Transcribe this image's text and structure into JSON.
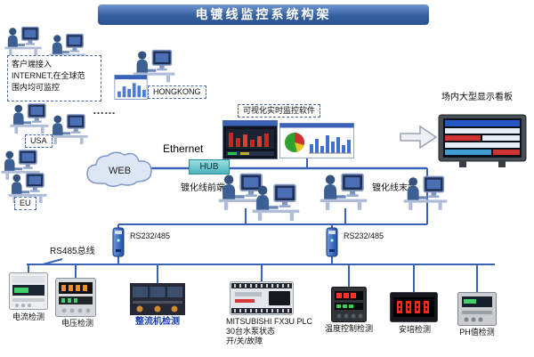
{
  "title": "电镀线监控系统构架",
  "internet_note": {
    "line1": "客户端接入",
    "line2": "INTERNET,在全球范",
    "line3": "围内均可监控"
  },
  "regions": {
    "hongkong": "HONGKONG",
    "usa": "USA",
    "eu": "EU",
    "dots": "……"
  },
  "network": {
    "web": "WEB",
    "ethernet": "Ethernet",
    "hub": "HUB",
    "rs232_left": "RS232/485",
    "rs232_right": "RS232/485",
    "rs485_bus": "RS485总线"
  },
  "monitoring": {
    "software_label": "可视化实时监控软件",
    "display_board_label": "场内大型显示看板",
    "line_front": "镀化线前端",
    "line_end": "镀化线末端"
  },
  "devices": [
    {
      "label": "电流检测"
    },
    {
      "label": "电压检测"
    },
    {
      "label": "整流机检测"
    },
    {
      "label": "MITSUBISHI FX3U PLC",
      "sub1": "30台水泵状态",
      "sub2": "开/关/故障"
    },
    {
      "label": "温度控制检测"
    },
    {
      "label": "安培检测"
    },
    {
      "label": "PH值检测"
    }
  ]
}
